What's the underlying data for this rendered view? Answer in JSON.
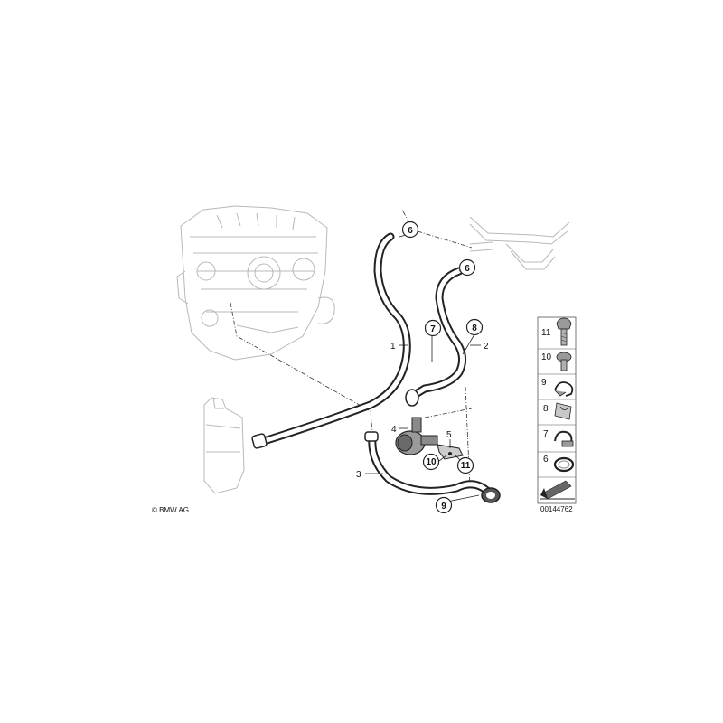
{
  "copyright": "© BMW AG",
  "diagram_id": "00144762",
  "part_labels": {
    "p1": "1",
    "p2": "2",
    "p3": "3",
    "p4": "4",
    "p5": "5"
  },
  "circled_labels": {
    "c6a": "6",
    "c6b": "6",
    "c7": "7",
    "c8": "8",
    "c9": "9",
    "c10": "10",
    "c11": "11"
  },
  "legend": {
    "items": [
      "11",
      "10",
      "9",
      "8",
      "7",
      "6"
    ]
  }
}
